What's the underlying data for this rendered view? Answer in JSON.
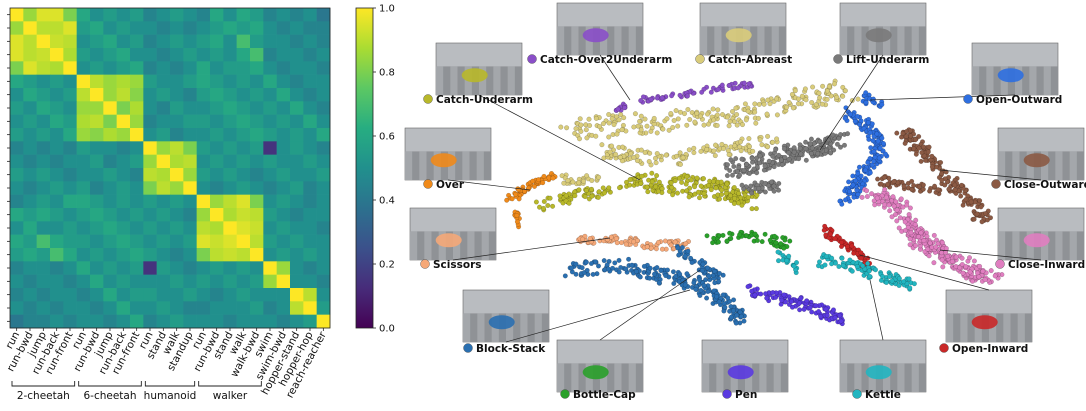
{
  "chart_data": [
    {
      "type": "heatmap",
      "tasks": [
        "run",
        "run-bwd",
        "jump",
        "run-back",
        "run-front",
        "run",
        "run-bwd",
        "jump",
        "run-back",
        "run-front",
        "run",
        "stand",
        "walk",
        "standup",
        "run",
        "run-bwd",
        "stand",
        "walk",
        "walk-bwd",
        "swim",
        "swim-bwd",
        "hopper-stand",
        "hopper-hop",
        "reach-reacher"
      ],
      "groups": [
        {
          "name": "2-cheetah",
          "start": 0,
          "end": 4
        },
        {
          "name": "6-cheetah",
          "start": 5,
          "end": 9
        },
        {
          "name": "humanoid",
          "start": 10,
          "end": 13
        },
        {
          "name": "walker",
          "start": 14,
          "end": 18
        }
      ],
      "matrix": [
        [
          1.0,
          0.85,
          0.95,
          0.95,
          0.8,
          0.6,
          0.5,
          0.55,
          0.5,
          0.55,
          0.45,
          0.5,
          0.55,
          0.5,
          0.45,
          0.6,
          0.5,
          0.6,
          0.55,
          0.45,
          0.5,
          0.45,
          0.5,
          0.4
        ],
        [
          0.85,
          1.0,
          0.9,
          0.9,
          0.95,
          0.55,
          0.6,
          0.5,
          0.55,
          0.5,
          0.5,
          0.45,
          0.5,
          0.45,
          0.5,
          0.55,
          0.6,
          0.55,
          0.6,
          0.5,
          0.45,
          0.5,
          0.45,
          0.45
        ],
        [
          0.95,
          0.9,
          1.0,
          0.92,
          0.9,
          0.5,
          0.55,
          0.6,
          0.5,
          0.55,
          0.45,
          0.5,
          0.55,
          0.5,
          0.55,
          0.6,
          0.5,
          0.7,
          0.55,
          0.5,
          0.5,
          0.45,
          0.5,
          0.45
        ],
        [
          0.95,
          0.9,
          0.92,
          1.0,
          0.88,
          0.55,
          0.5,
          0.55,
          0.6,
          0.5,
          0.5,
          0.45,
          0.5,
          0.55,
          0.5,
          0.55,
          0.5,
          0.6,
          0.7,
          0.45,
          0.5,
          0.5,
          0.45,
          0.5
        ],
        [
          0.8,
          0.95,
          0.9,
          0.88,
          1.0,
          0.5,
          0.55,
          0.5,
          0.55,
          0.6,
          0.45,
          0.5,
          0.45,
          0.5,
          0.6,
          0.5,
          0.55,
          0.55,
          0.6,
          0.5,
          0.45,
          0.5,
          0.5,
          0.45
        ],
        [
          0.6,
          0.55,
          0.5,
          0.55,
          0.5,
          1.0,
          0.9,
          0.85,
          0.88,
          0.85,
          0.55,
          0.5,
          0.5,
          0.55,
          0.6,
          0.55,
          0.5,
          0.55,
          0.5,
          0.6,
          0.5,
          0.45,
          0.5,
          0.5
        ],
        [
          0.5,
          0.6,
          0.55,
          0.5,
          0.55,
          0.9,
          1.0,
          0.85,
          0.9,
          0.82,
          0.5,
          0.55,
          0.5,
          0.45,
          0.55,
          0.6,
          0.55,
          0.5,
          0.55,
          0.5,
          0.6,
          0.5,
          0.45,
          0.5
        ],
        [
          0.55,
          0.5,
          0.6,
          0.55,
          0.5,
          0.85,
          0.85,
          1.0,
          0.8,
          0.88,
          0.5,
          0.45,
          0.55,
          0.5,
          0.5,
          0.55,
          0.6,
          0.55,
          0.5,
          0.55,
          0.5,
          0.6,
          0.5,
          0.45
        ],
        [
          0.5,
          0.55,
          0.5,
          0.6,
          0.55,
          0.88,
          0.9,
          0.8,
          1.0,
          0.85,
          0.45,
          0.5,
          0.5,
          0.55,
          0.55,
          0.5,
          0.55,
          0.6,
          0.55,
          0.5,
          0.55,
          0.5,
          0.6,
          0.5
        ],
        [
          0.55,
          0.5,
          0.55,
          0.5,
          0.6,
          0.85,
          0.82,
          0.88,
          0.85,
          1.0,
          0.5,
          0.55,
          0.45,
          0.5,
          0.5,
          0.55,
          0.5,
          0.55,
          0.6,
          0.55,
          0.5,
          0.55,
          0.5,
          0.6
        ],
        [
          0.45,
          0.5,
          0.45,
          0.5,
          0.45,
          0.55,
          0.5,
          0.5,
          0.45,
          0.5,
          1.0,
          0.85,
          0.9,
          0.8,
          0.55,
          0.5,
          0.55,
          0.5,
          0.55,
          0.15,
          0.5,
          0.55,
          0.5,
          0.45
        ],
        [
          0.5,
          0.45,
          0.5,
          0.45,
          0.5,
          0.5,
          0.55,
          0.45,
          0.5,
          0.55,
          0.85,
          1.0,
          0.88,
          0.9,
          0.5,
          0.55,
          0.5,
          0.55,
          0.5,
          0.55,
          0.5,
          0.5,
          0.55,
          0.5
        ],
        [
          0.55,
          0.5,
          0.55,
          0.5,
          0.45,
          0.5,
          0.5,
          0.55,
          0.5,
          0.45,
          0.9,
          0.88,
          1.0,
          0.85,
          0.55,
          0.5,
          0.55,
          0.5,
          0.45,
          0.5,
          0.55,
          0.5,
          0.5,
          0.55
        ],
        [
          0.5,
          0.45,
          0.5,
          0.55,
          0.5,
          0.55,
          0.45,
          0.5,
          0.55,
          0.5,
          0.8,
          0.9,
          0.85,
          1.0,
          0.5,
          0.45,
          0.5,
          0.55,
          0.5,
          0.45,
          0.5,
          0.55,
          0.45,
          0.5
        ],
        [
          0.45,
          0.5,
          0.55,
          0.5,
          0.6,
          0.6,
          0.55,
          0.5,
          0.55,
          0.5,
          0.55,
          0.5,
          0.55,
          0.5,
          1.0,
          0.85,
          0.9,
          0.95,
          0.8,
          0.5,
          0.55,
          0.5,
          0.45,
          0.5
        ],
        [
          0.6,
          0.55,
          0.6,
          0.55,
          0.5,
          0.55,
          0.6,
          0.55,
          0.5,
          0.55,
          0.5,
          0.55,
          0.5,
          0.45,
          0.85,
          1.0,
          0.88,
          0.92,
          0.9,
          0.55,
          0.5,
          0.45,
          0.5,
          0.5
        ],
        [
          0.5,
          0.6,
          0.5,
          0.5,
          0.55,
          0.5,
          0.55,
          0.6,
          0.55,
          0.5,
          0.55,
          0.5,
          0.55,
          0.5,
          0.9,
          0.88,
          1.0,
          0.95,
          0.92,
          0.5,
          0.55,
          0.5,
          0.5,
          0.45
        ],
        [
          0.6,
          0.55,
          0.7,
          0.6,
          0.55,
          0.55,
          0.5,
          0.55,
          0.6,
          0.55,
          0.5,
          0.55,
          0.5,
          0.55,
          0.95,
          0.92,
          0.95,
          1.0,
          0.9,
          0.55,
          0.5,
          0.55,
          0.5,
          0.5
        ],
        [
          0.55,
          0.6,
          0.55,
          0.7,
          0.6,
          0.5,
          0.55,
          0.5,
          0.55,
          0.6,
          0.55,
          0.5,
          0.45,
          0.5,
          0.8,
          0.9,
          0.92,
          0.9,
          1.0,
          0.5,
          0.55,
          0.5,
          0.55,
          0.5
        ],
        [
          0.45,
          0.5,
          0.5,
          0.45,
          0.5,
          0.6,
          0.5,
          0.55,
          0.5,
          0.55,
          0.15,
          0.55,
          0.5,
          0.45,
          0.5,
          0.55,
          0.5,
          0.55,
          0.5,
          1.0,
          0.85,
          0.5,
          0.45,
          0.5
        ],
        [
          0.5,
          0.45,
          0.5,
          0.5,
          0.45,
          0.5,
          0.6,
          0.5,
          0.55,
          0.5,
          0.5,
          0.5,
          0.55,
          0.5,
          0.55,
          0.5,
          0.55,
          0.5,
          0.55,
          0.85,
          1.0,
          0.5,
          0.5,
          0.45
        ],
        [
          0.45,
          0.5,
          0.45,
          0.5,
          0.5,
          0.45,
          0.5,
          0.6,
          0.5,
          0.55,
          0.55,
          0.5,
          0.5,
          0.55,
          0.5,
          0.45,
          0.5,
          0.55,
          0.5,
          0.5,
          0.5,
          1.0,
          0.9,
          0.5
        ],
        [
          0.5,
          0.45,
          0.5,
          0.45,
          0.5,
          0.5,
          0.45,
          0.5,
          0.6,
          0.5,
          0.5,
          0.55,
          0.5,
          0.45,
          0.45,
          0.5,
          0.5,
          0.5,
          0.55,
          0.45,
          0.5,
          0.9,
          1.0,
          0.55
        ],
        [
          0.4,
          0.45,
          0.45,
          0.5,
          0.45,
          0.5,
          0.5,
          0.45,
          0.5,
          0.6,
          0.45,
          0.5,
          0.55,
          0.5,
          0.5,
          0.5,
          0.45,
          0.5,
          0.5,
          0.5,
          0.45,
          0.5,
          0.55,
          1.0
        ]
      ],
      "colorbar": {
        "min": 0.0,
        "max": 1.0,
        "ticks": [
          "0.0",
          "0.2",
          "0.4",
          "0.6",
          "0.8",
          "1.0"
        ],
        "colormap": "viridis"
      }
    },
    {
      "type": "scatter",
      "clusters": [
        {
          "name": "Catch-Over2Underarm",
          "color": "#8a4fc8"
        },
        {
          "name": "Catch-Abreast",
          "color": "#d9cc7a"
        },
        {
          "name": "Lift-Underarm",
          "color": "#7a7a7a"
        },
        {
          "name": "Open-Outward",
          "color": "#2e6fe0"
        },
        {
          "name": "Catch-Underarm",
          "color": "#b8b82a"
        },
        {
          "name": "Close-Outward",
          "color": "#8b5a44"
        },
        {
          "name": "Over",
          "color": "#f08a1a"
        },
        {
          "name": "Close-Inward",
          "color": "#e07ec0"
        },
        {
          "name": "Scissors",
          "color": "#f5a878"
        },
        {
          "name": "Open-Inward",
          "color": "#c92828"
        },
        {
          "name": "Block-Stack",
          "color": "#2a6fb0"
        },
        {
          "name": "Bottle-Cap",
          "color": "#2aa02a"
        },
        {
          "name": "Pen",
          "color": "#5a3ae0"
        },
        {
          "name": "Kettle",
          "color": "#22b5c0"
        }
      ]
    }
  ]
}
